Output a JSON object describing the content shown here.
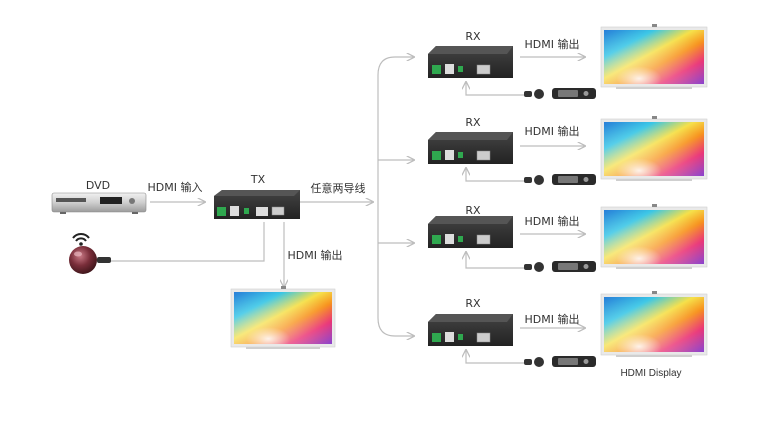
{
  "labels": {
    "dvd": "DVD",
    "hdmi_in": "HDMI 输入",
    "tx": "TX",
    "any_two_wire": "任意两导线",
    "hdmi_out": "HDMI 输出",
    "rx": "RX",
    "hdmi_display": "HDMI Display"
  },
  "receivers": [
    {
      "rx_label": "RX",
      "out_label": "HDMI 输出"
    },
    {
      "rx_label": "RX",
      "out_label": "HDMI 输出"
    },
    {
      "rx_label": "RX",
      "out_label": "HDMI 输出"
    },
    {
      "rx_label": "RX",
      "out_label": "HDMI 输出"
    }
  ],
  "colors": {
    "device_body": "#2b2b2b",
    "terminal_green": "#2fa84f",
    "wire_gray": "#bdbdbd",
    "tv_frame": "#e9e9e9"
  }
}
